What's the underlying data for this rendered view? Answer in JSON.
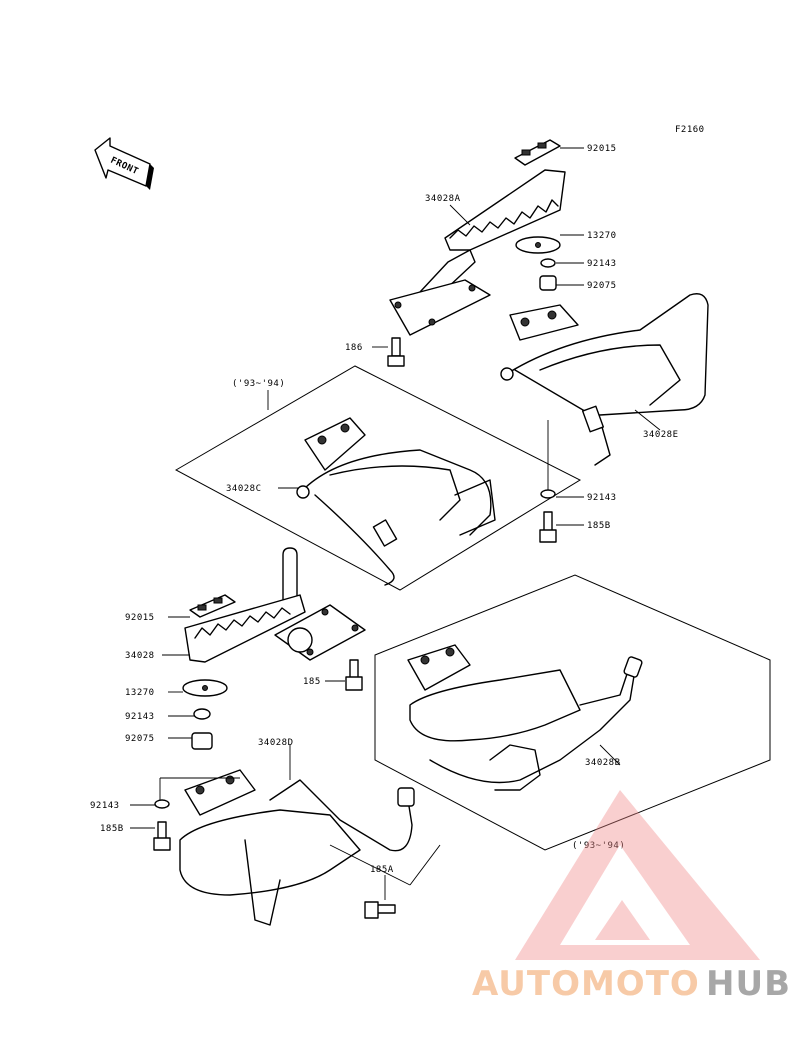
{
  "diagram": {
    "figure_code": "F2160",
    "front_label": "FRONT",
    "year_note_upper": "('93~'94)",
    "year_note_lower": "('93~'94)"
  },
  "parts": {
    "p92015_top": "92015",
    "p13270_top": "13270",
    "p92143_top": "92143",
    "p92075_top": "92075",
    "p34028A": "34028A",
    "p186": "186",
    "p34028E": "34028E",
    "p92143_mid": "92143",
    "p185B_top": "185B",
    "p34028C": "34028C",
    "p92015_low": "92015",
    "p34028": "34028",
    "p185": "185",
    "p13270_low": "13270",
    "p92143_low": "92143",
    "p92075_low": "92075",
    "p34028D": "34028D",
    "p92143_bot": "92143",
    "p185B_bot": "185B",
    "p185A": "185A",
    "p34028B": "34028B"
  },
  "watermark": {
    "word_part1": "AUTOMOTO",
    "word_part2": "HUB",
    "color_part1": "#f5b98a",
    "color_part2": "#8a8a8a",
    "triangle_color": "#f08a8a"
  }
}
